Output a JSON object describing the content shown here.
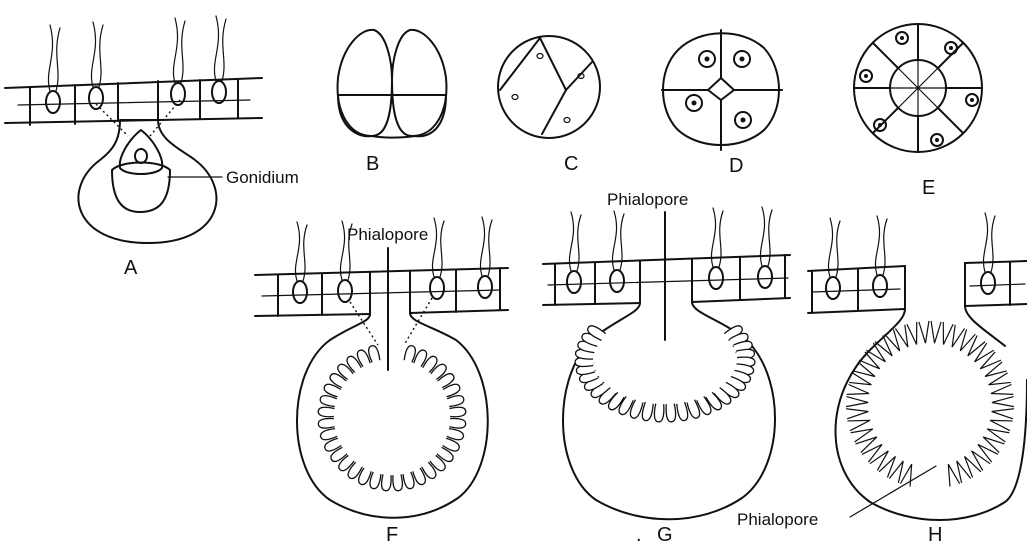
{
  "figure": {
    "panels": {
      "A": {
        "label": "A",
        "annotation": "Gonidium"
      },
      "B": {
        "label": "B"
      },
      "C": {
        "label": "C"
      },
      "D": {
        "label": "D"
      },
      "E": {
        "label": "E"
      },
      "F": {
        "label": "F",
        "annotation": "Phialopore"
      },
      "G": {
        "label": "G",
        "annotation": "Phialopore"
      },
      "H": {
        "label": "H",
        "annotation": "Phialopore"
      }
    }
  }
}
